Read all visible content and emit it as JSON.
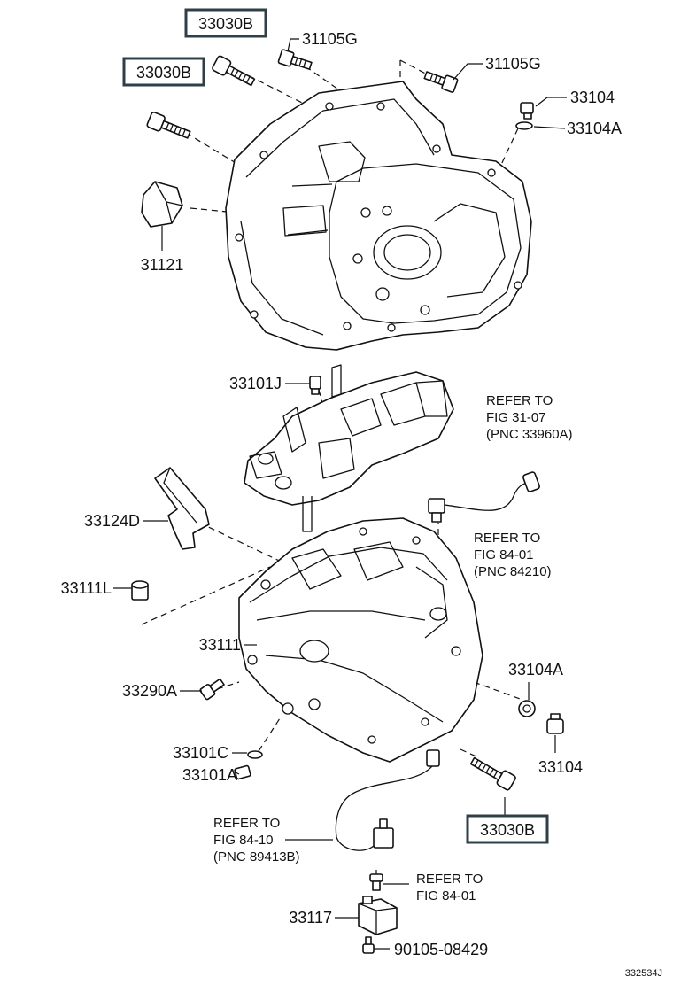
{
  "labels": {
    "b1": "33030B",
    "b2": "33030B",
    "g1": "31105G",
    "g2": "31105G",
    "p33104_top": "33104",
    "p33104a_top": "33104A",
    "p31121": "31121",
    "p33101j": "33101J",
    "p33124d": "33124D",
    "p33111l": "33111L",
    "p33111": "33111",
    "p33290a": "33290A",
    "p33101c": "33101C",
    "p33101a": "33101A",
    "p33104a_bot": "33104A",
    "p33104_bot": "33104",
    "b3": "33030B",
    "p33117": "33117",
    "p90105": "90105-08429"
  },
  "refs": {
    "r1": [
      "REFER TO",
      "FIG 31-07",
      "(PNC 33960A)"
    ],
    "r2": [
      "REFER TO",
      "FIG 84-01",
      "(PNC 84210)"
    ],
    "r3": [
      "REFER TO",
      "FIG 84-10",
      "(PNC 89413B)"
    ],
    "r4": [
      "REFER TO",
      "FIG 84-01"
    ]
  },
  "figure_code": "332534J",
  "highlight_color": "#2f3f47"
}
